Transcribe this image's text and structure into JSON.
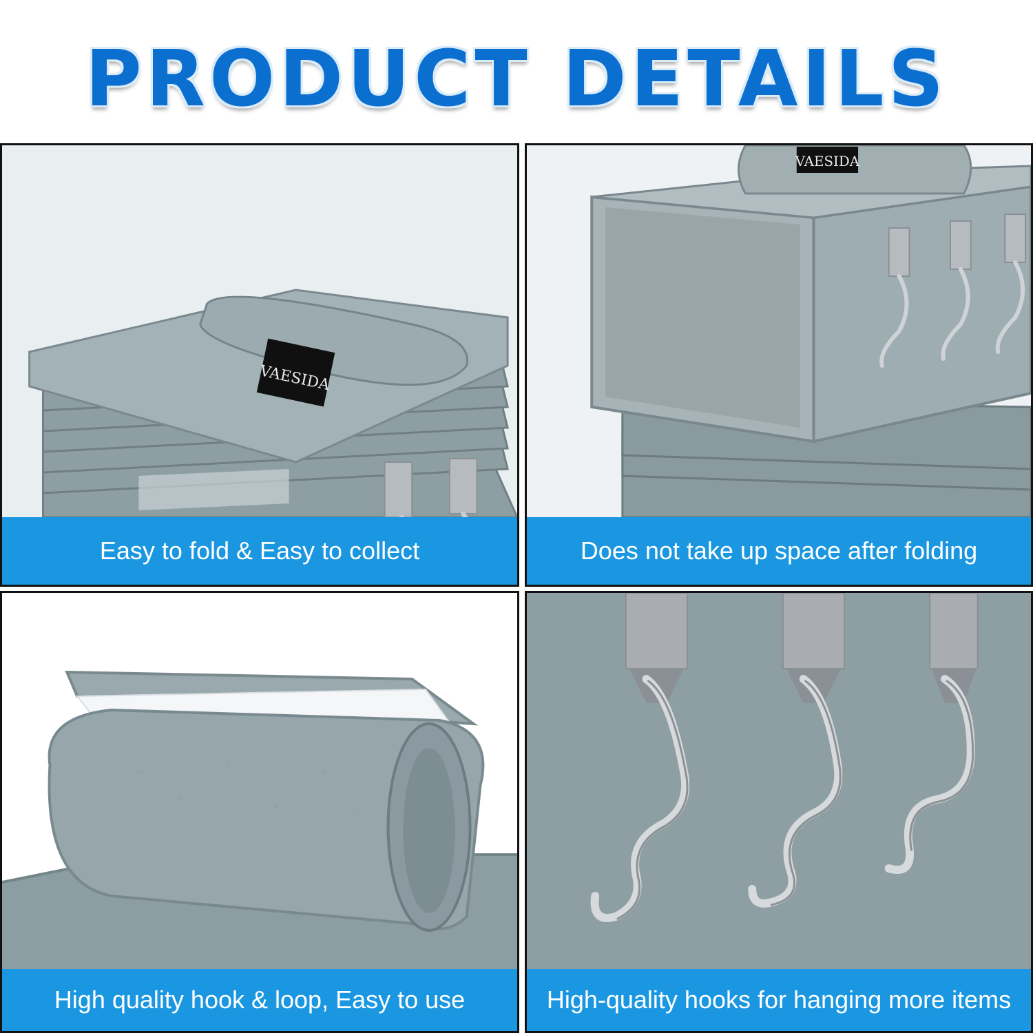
{
  "page": {
    "title": "PRODUCT DETAILS"
  },
  "panels": [
    {
      "caption": "Easy to fold & Easy to collect",
      "brand": "VAESIDA"
    },
    {
      "caption": "Does not take up space after folding",
      "brand": "VAESIDA"
    },
    {
      "caption": "High quality hook & loop, Easy to use"
    },
    {
      "caption": "High-quality hooks for hanging more items"
    }
  ],
  "colors": {
    "title": "#0b6fd0",
    "caption_bar": "#1a97e0",
    "fabric": "#9aa9ad",
    "border": "#111111"
  },
  "icons": [
    "folded-organizer-stack",
    "open-organizer-box",
    "hook-and-loop-strip",
    "s-hooks"
  ]
}
